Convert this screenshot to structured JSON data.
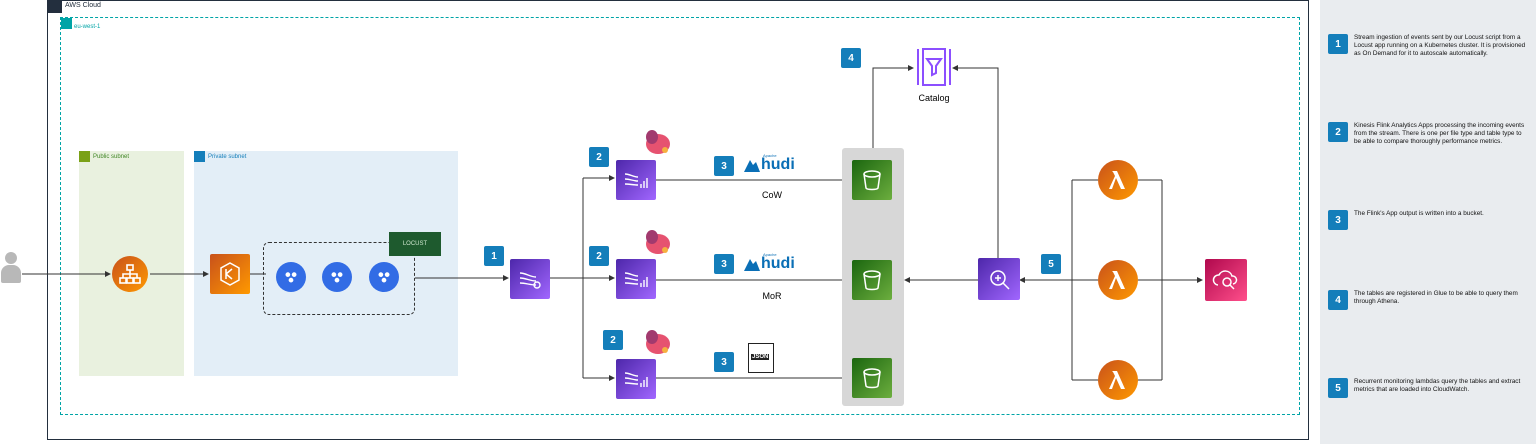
{
  "containers": {
    "aws_cloud_label": "AWS Cloud",
    "region_label": "eu-west-1",
    "public_subnet_label": "Public subnet",
    "private_subnet_label": "Private subnet"
  },
  "locust_label": "LOCUST",
  "flows": {
    "cow_label": "CoW",
    "mor_label": "MoR",
    "hudi_brand": "hudi",
    "hudi_small": "Apache",
    "json_label": "JSON"
  },
  "catalog_label": "Catalog",
  "badges": {
    "ingest": "1",
    "flink_cow": "2",
    "flink_mor": "2",
    "flink_json": "2",
    "hudi_cow": "3",
    "hudi_mor": "3",
    "json": "3",
    "catalog": "4",
    "athena": "5"
  },
  "notes": [
    {
      "number": "1",
      "text": "Stream ingestion of events sent by our Locust script from a Locust app running on a Kubernetes cluster. It is provisioned as On Demand for it to autoscale automatically."
    },
    {
      "number": "2",
      "text": "Kinesis Flink Analytics Apps processing the incoming events from the stream. There is one per file type and table type to be able to compare thoroughly performance metrics."
    },
    {
      "number": "3",
      "text": "The Flink's App output is written into a bucket."
    },
    {
      "number": "4",
      "text": "The tables are registered in Glue to be able to query them through Athena."
    },
    {
      "number": "5",
      "text": "Recurrent monitoring lambdas query the tables and extract metrics that are loaded into CloudWatch."
    }
  ],
  "colors": {
    "analytics_purple": "#8c4fff",
    "storage_green": "#3f8624",
    "compute_orange": "#ed7100",
    "management_pink": "#e7157b",
    "badge_blue": "#147eba",
    "public_subnet": "#e9f1df",
    "private_subnet": "#e3eef7"
  }
}
